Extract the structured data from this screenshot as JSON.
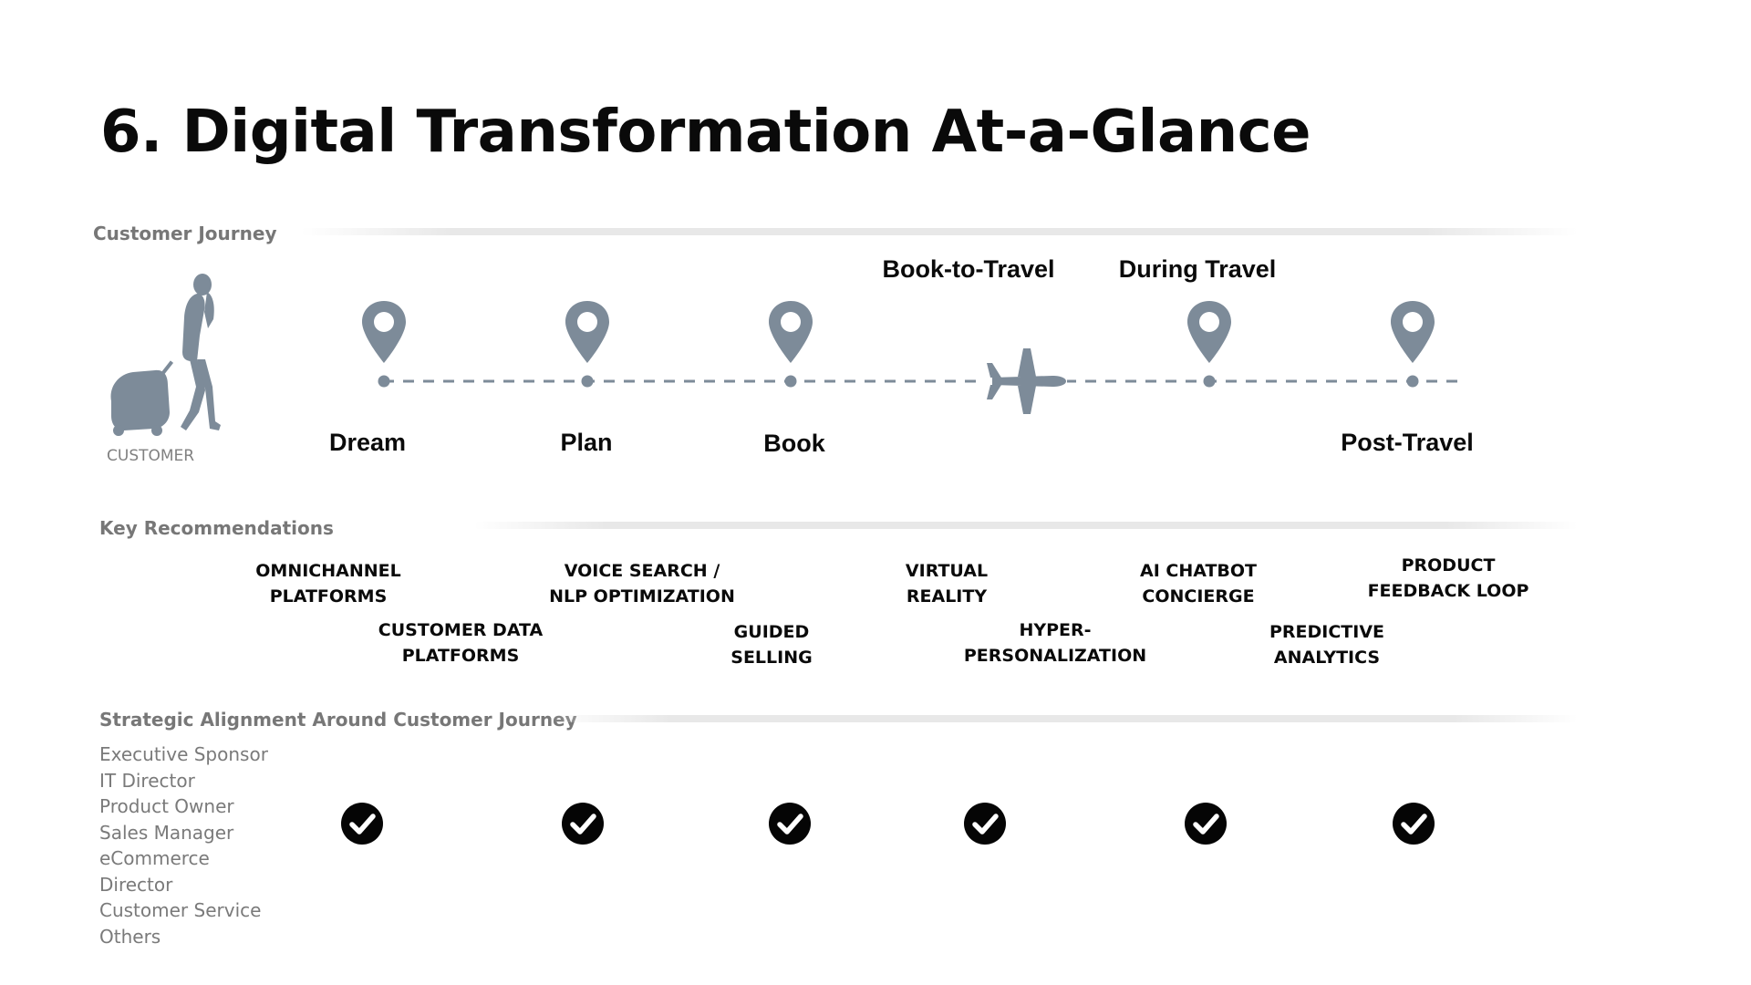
{
  "title": "6. Digital Transformation At-a-Glance",
  "colors": {
    "accent": "#7d8b99",
    "text": "#0a0a0a",
    "muted": "#7a7a7a"
  },
  "journey": {
    "section_label": "Customer Journey",
    "customer_caption": "CUSTOMER",
    "stages": [
      {
        "label": "Dream",
        "icon": "map-pin-icon"
      },
      {
        "label": "Plan",
        "icon": "map-pin-icon"
      },
      {
        "label": "Book",
        "icon": "map-pin-icon"
      },
      {
        "label": "Book-to-Travel",
        "icon": "airplane-icon"
      },
      {
        "label": "During Travel",
        "icon": "map-pin-icon"
      },
      {
        "label": "Post-Travel",
        "icon": "map-pin-icon"
      }
    ]
  },
  "recommendations": {
    "section_label": "Key Recommendations",
    "items": [
      "OMNICHANNEL\nPLATFORMS",
      "CUSTOMER DATA\nPLATFORMS",
      "VOICE SEARCH /\nNLP OPTIMIZATION",
      "GUIDED\nSELLING",
      "VIRTUAL\nREALITY",
      "HYPER-\nPERSONALIZATION",
      "AI CHATBOT\nCONCIERGE",
      "PREDICTIVE\nANALYTICS",
      "PRODUCT\nFEEDBACK LOOP"
    ]
  },
  "alignment": {
    "section_label": "Strategic Alignment Around Customer Journey",
    "roles": [
      "Executive Sponsor",
      "IT Director",
      "Product Owner",
      "Sales Manager",
      "eCommerce",
      "Director",
      "Customer Service",
      "Others"
    ],
    "checks_icon": "check-circle-icon",
    "checks": [
      true,
      true,
      true,
      true,
      true,
      true
    ]
  }
}
